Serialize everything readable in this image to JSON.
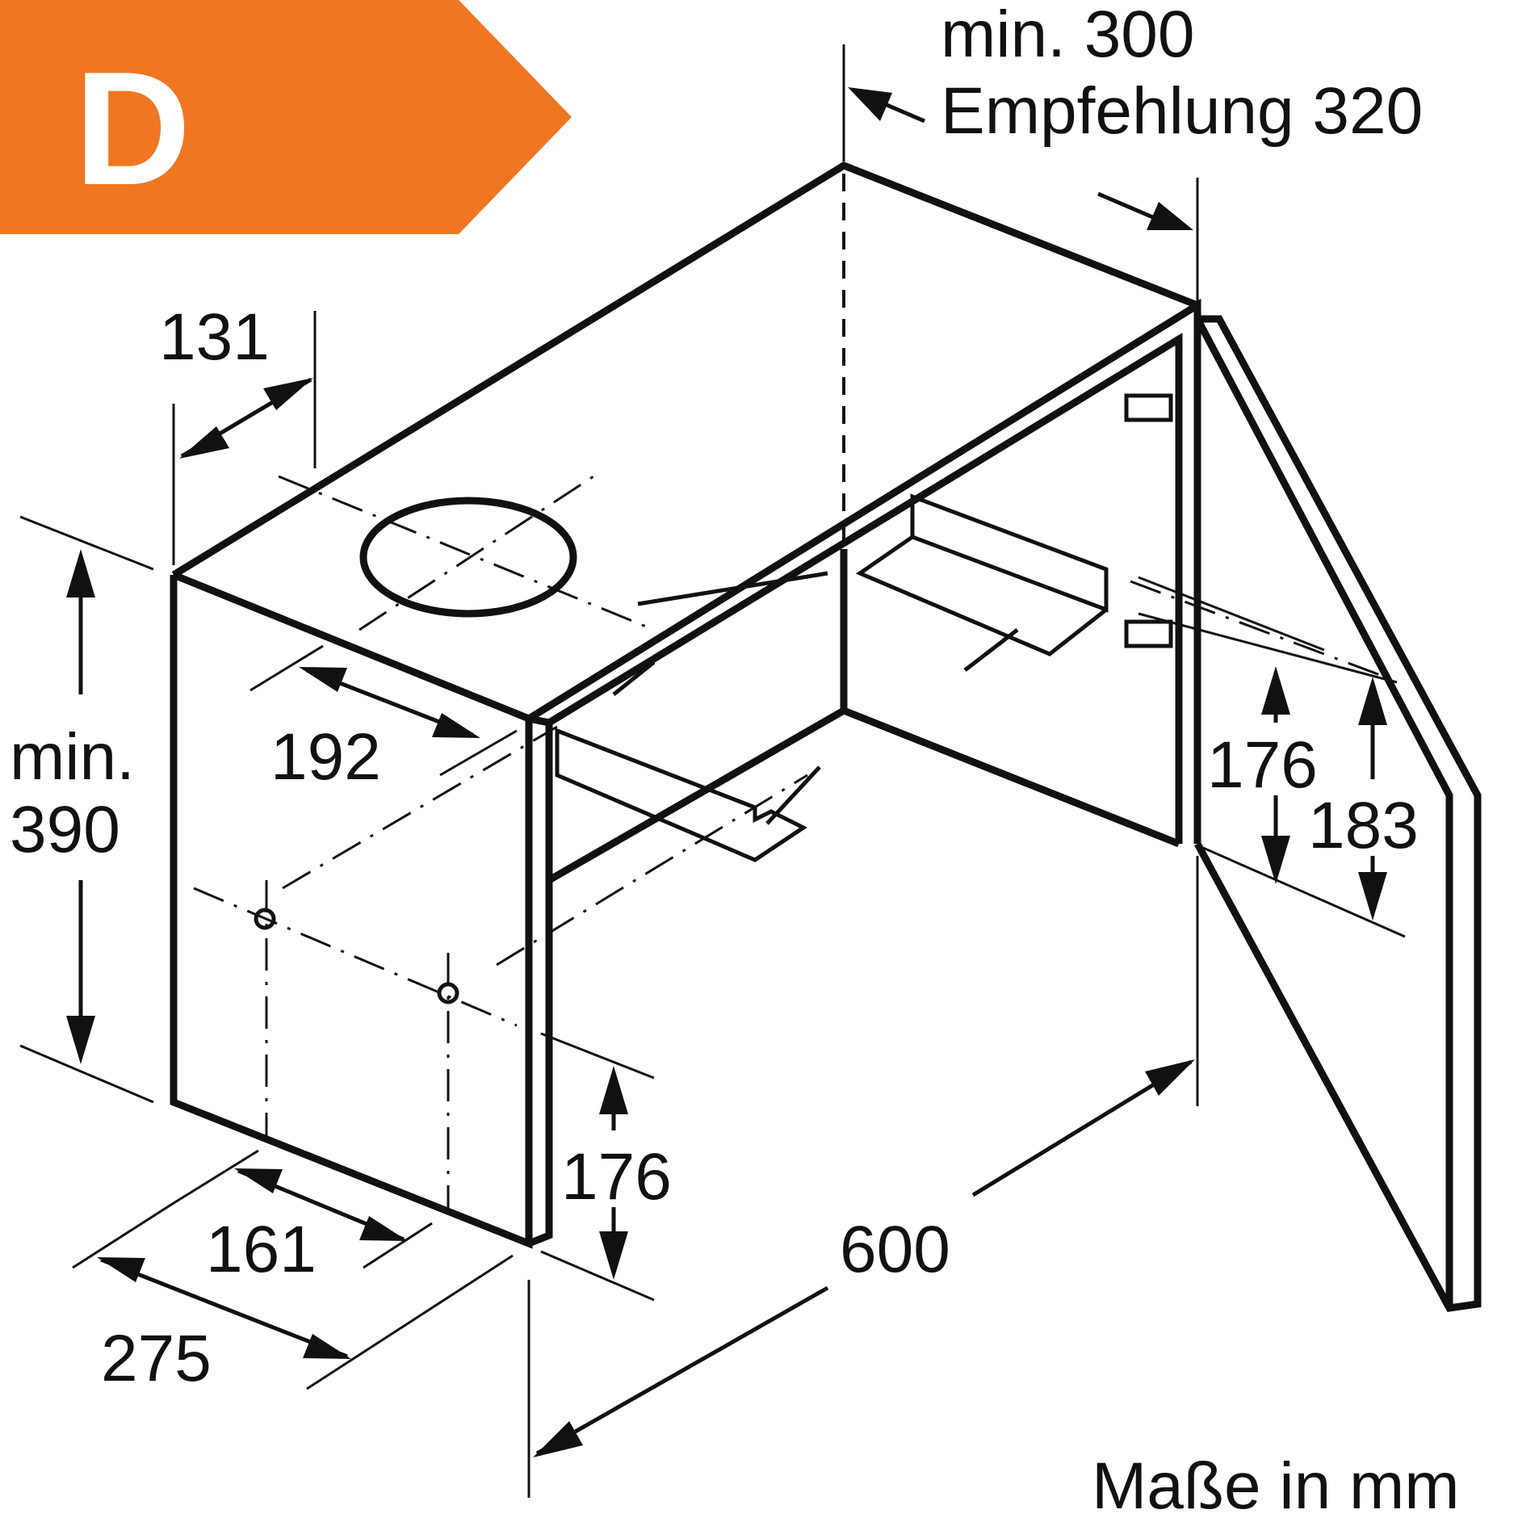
{
  "badge": {
    "letter": "D",
    "color": "#F07622"
  },
  "dimensions": {
    "min_label_top": "min. 300",
    "recommend_label": "Empfehlung 320",
    "d131": "131",
    "d192": "192",
    "min_label_left": "min.",
    "d390": "390",
    "d176_left": "176",
    "d161": "161",
    "d275": "275",
    "d600": "600",
    "d176_right": "176",
    "d183": "183"
  },
  "footer": {
    "units": "Maße in mm"
  }
}
